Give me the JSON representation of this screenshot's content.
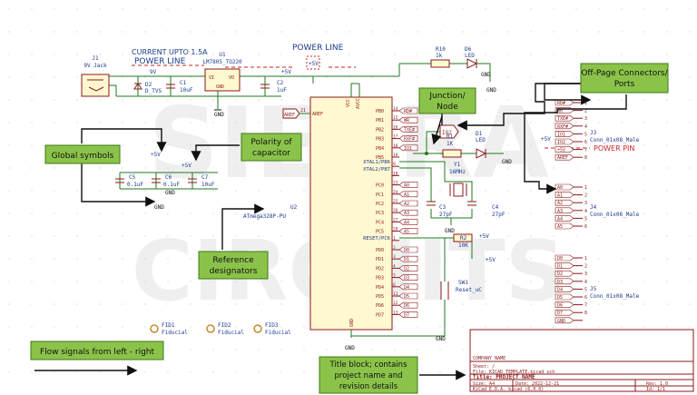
{
  "watermark": {
    "line1": "SIERRA",
    "line2": "CIRCUITS"
  },
  "colors": {
    "wire": "#1f7a1f",
    "part": "#8b1a1a",
    "ref": "#1a3a8c",
    "callout_bg": "#8bc34a",
    "callout_border": "#3d7a12",
    "powerline": "#cc2222"
  },
  "labels": {
    "current_note": "CURRENT UPTO 1.5A",
    "power_line_left": "POWER LINE",
    "power_line_top": "POWER LINE",
    "power_pin": "POWER PIN",
    "jack_ref": "J1",
    "jack_val": "9V Jack",
    "nine_v": "9V",
    "d2_ref": "D2",
    "d2_val": "D_TVS",
    "c1_ref": "C1",
    "c1_val": "10uF",
    "u1_ref": "U1",
    "u1_val": "LM7805_TO220",
    "vi": "VI",
    "vo": "VO",
    "gnd_pin": "GND",
    "c2_ref": "C2",
    "c2_val": "1uF",
    "plus5": "+5V",
    "gnd": "GND",
    "r10_ref": "R10",
    "r10_val": "1k",
    "d6_ref": "D6",
    "d6_val": "LED",
    "aref_tag": "AREF",
    "aref_pin": "AREF",
    "aref_num": "21",
    "vcc": "VCC",
    "avcc": "AVCC",
    "u2_ref": "U2",
    "u2_val": "ATmega328P-PU",
    "gnd_u2": "GND",
    "c5_ref": "C5",
    "c5_val": "0.1uF",
    "c6_ref": "C6",
    "c6_val": "0.1uF",
    "c7_ref": "C7",
    "c7_val": "10uF",
    "io2": "IO2",
    "r1_ref": "R1",
    "r1_val": "1K",
    "d1_ref": "D1",
    "d1_val": "LED",
    "y1_ref": "Y1",
    "y1_val": "16MHz",
    "c3_ref": "C3",
    "c3_val": "27pF",
    "c4_ref": "C4",
    "c4_val": "27pF",
    "r2_ref": "R2",
    "r2_val": "10K",
    "sw1_ref": "SW1",
    "sw1_val": "Reset_uC",
    "j3_ref": "J3",
    "j3_val": "Conn_01x08_Male",
    "j4_ref": "J4",
    "j4_val": "Conn_01x06_Male",
    "j5_ref": "J5",
    "j5_val": "Conn_01x08_Male",
    "fid1": "FID1",
    "fid2": "FID2",
    "fid3": "FID3",
    "fiducial": "Fiducial"
  },
  "u2_left_pins": [
    "XTAL1/PB6",
    "XTAL2/PB7",
    "RESET/PC6"
  ],
  "u2_right_pins": [
    {
      "name": "PB0",
      "num": "14",
      "net": "RD#"
    },
    {
      "name": "PB1",
      "num": "15",
      "net": "WR"
    },
    {
      "name": "PB2",
      "num": "16",
      "net": "TXE#"
    },
    {
      "name": "PB3",
      "num": "17",
      "net": "RXF#"
    },
    {
      "name": "PB4",
      "num": "18",
      "net": "IO1"
    },
    {
      "name": "PB5",
      "num": "19",
      "net": ""
    },
    {
      "name": "",
      "num": "9",
      "net": ""
    },
    {
      "name": "",
      "num": "10",
      "net": ""
    },
    {
      "name": "PC0",
      "num": "23",
      "net": "A0"
    },
    {
      "name": "PC1",
      "num": "24",
      "net": "A1"
    },
    {
      "name": "PC2",
      "num": "25",
      "net": "A2"
    },
    {
      "name": "PC3",
      "num": "26",
      "net": "A3"
    },
    {
      "name": "PC4",
      "num": "27",
      "net": "A4"
    },
    {
      "name": "PC5",
      "num": "28",
      "net": "A5"
    },
    {
      "name": "",
      "num": "1",
      "net": ""
    },
    {
      "name": "PD0",
      "num": "2",
      "net": "D0"
    },
    {
      "name": "PD1",
      "num": "3",
      "net": "D1"
    },
    {
      "name": "PD2",
      "num": "4",
      "net": "D2"
    },
    {
      "name": "PD3",
      "num": "5",
      "net": "D3"
    },
    {
      "name": "PD4",
      "num": "6",
      "net": "D4"
    },
    {
      "name": "PD5",
      "num": "11",
      "net": "D5"
    },
    {
      "name": "PD6",
      "num": "12",
      "net": "D6"
    },
    {
      "name": "PD7",
      "num": "13",
      "net": "D7"
    }
  ],
  "j3_pins": [
    {
      "net": "RD#",
      "num": "1"
    },
    {
      "net": "WR",
      "num": "2"
    },
    {
      "net": "TXE#",
      "num": "3"
    },
    {
      "net": "RXF#",
      "num": "4"
    },
    {
      "net": "IO1",
      "num": "5"
    },
    {
      "net": "IO2",
      "num": "6"
    },
    {
      "net": "+5V",
      "num": "7"
    },
    {
      "net": "AREF",
      "num": "8"
    }
  ],
  "j4_pins": [
    {
      "net": "A0",
      "num": "1"
    },
    {
      "net": "A1",
      "num": "2"
    },
    {
      "net": "A2",
      "num": "3"
    },
    {
      "net": "A3",
      "num": "4"
    },
    {
      "net": "A4",
      "num": "5"
    },
    {
      "net": "A5",
      "num": "6"
    }
  ],
  "j5_pins": [
    {
      "net": "D0",
      "num": "1"
    },
    {
      "net": "D1",
      "num": "2"
    },
    {
      "net": "D2",
      "num": "3"
    },
    {
      "net": "D3",
      "num": "4"
    },
    {
      "net": "D4",
      "num": "5"
    },
    {
      "net": "D5",
      "num": "6"
    },
    {
      "net": "D6",
      "num": "7"
    },
    {
      "net": "D7",
      "num": "8"
    },
    {
      "net": "GND",
      "num": ""
    }
  ],
  "title_block": {
    "company": "COMPANY NAME",
    "sheet": "Sheet: /",
    "file": "File: KICAD_TEMPLATE.kicad_sch",
    "title": "Title: PROJECT NAME",
    "size": "Size: A4",
    "date": "Date: 2022-12-21",
    "rev": "Rev: 1.0",
    "tool": "KiCad E.D.A.  kicad (6.0.0)",
    "id": "Id: 1/1"
  },
  "callouts": {
    "offpage": "Off-Page Connectors/ Ports",
    "junction": "Junction/ Node",
    "global": "Global symbols",
    "polarity": "Polarity of capacitor",
    "reference": "Reference designators",
    "flow": "Flow signals from left - right",
    "titleblock": "Title block; contains project name and revision details"
  }
}
